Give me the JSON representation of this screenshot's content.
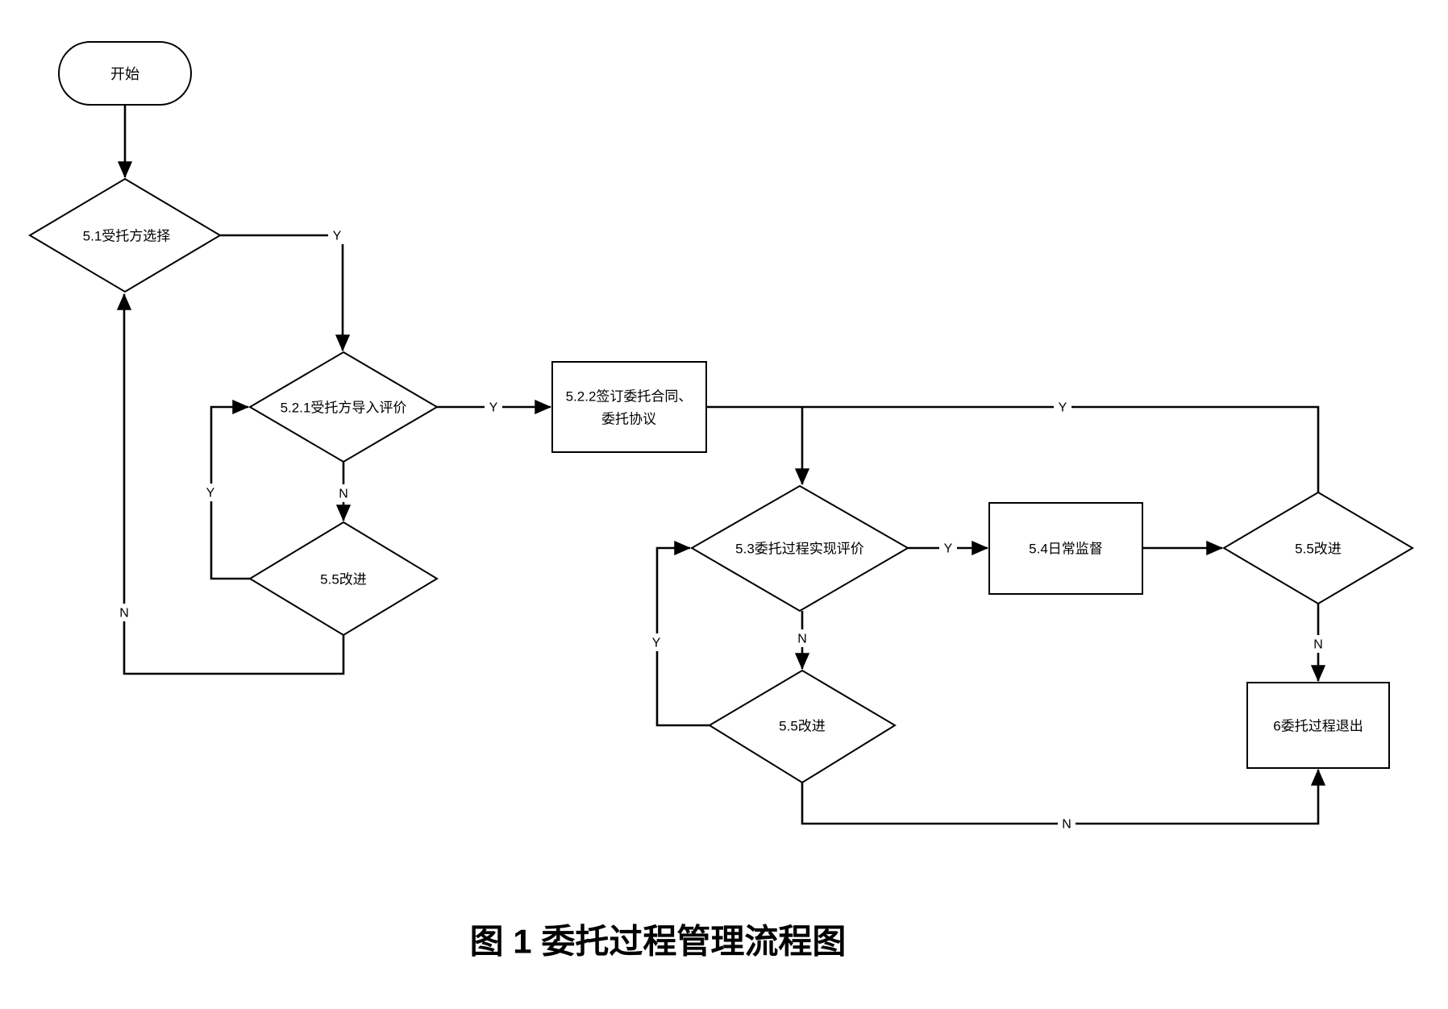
{
  "diagram": {
    "title": "图 1  委托过程管理流程图",
    "colors": {
      "stroke": "#000000",
      "fill": "#ffffff",
      "text": "#000000"
    },
    "nodes": {
      "start": {
        "label": "开始",
        "type": "terminator"
      },
      "select_trustee": {
        "label": "5.1受托方选择",
        "type": "decision"
      },
      "import_evaluation": {
        "label": "5.2.1受托方导入评价",
        "type": "decision"
      },
      "improve_left": {
        "label": "5.5改进",
        "type": "decision"
      },
      "sign_contract": {
        "line1": "5.2.2签订委托合同、",
        "line2": "委托协议",
        "type": "process"
      },
      "process_evaluation": {
        "label": "5.3委托过程实现评价",
        "type": "decision"
      },
      "daily_supervision": {
        "label": "5.4日常监督",
        "type": "process"
      },
      "improve_right": {
        "label": "5.5改进",
        "type": "decision"
      },
      "improve_bottom": {
        "label": "5.5改进",
        "type": "decision"
      },
      "process_exit": {
        "label": "6委托过程退出",
        "type": "process"
      }
    },
    "edge_labels": {
      "select_trustee_yes": "Y",
      "import_eval_no": "N",
      "improve_left_yes": "Y",
      "improve_left_no": "N",
      "import_eval_yes": "Y",
      "sign_contract_yes": "Y",
      "process_eval_yes": "Y",
      "process_eval_no": "N",
      "improve_bottom_yes": "Y",
      "improve_right_no": "N",
      "improve_bottom_no": "N"
    }
  }
}
